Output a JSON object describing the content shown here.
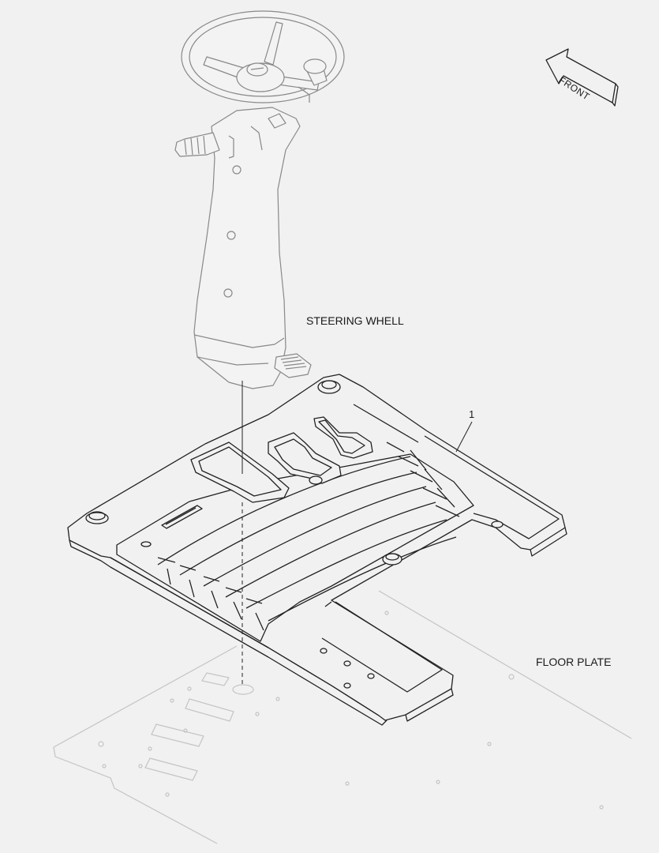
{
  "labels": {
    "steering_wheel": "STEERING WHELL",
    "floor_plate": "FLOOR PLATE",
    "callout": "1",
    "front": "FRONT"
  },
  "colors": {
    "background": "#f1f1f1",
    "line": "#222222",
    "faint_line": "#bdbdbd",
    "fill": "#f1f1f1"
  },
  "icons": [
    "front-direction-arrow-icon"
  ]
}
